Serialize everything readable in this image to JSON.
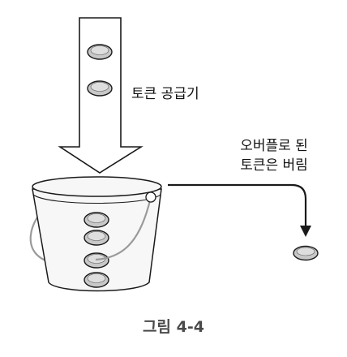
{
  "labels": {
    "supply": "토큰 공급기",
    "overflow_line1": "오버플로 된",
    "overflow_line2": "토큰은 버림",
    "caption": "그림 4-4"
  },
  "colors": {
    "stroke": "#1a1a1a",
    "token_fill": "#c8c8c8",
    "token_inner": "#dedede",
    "bucket_fill": "#f7f7f7",
    "handle": "#9a9a9a",
    "caption_text": "#4a4a4a"
  },
  "icons": {
    "token": "token-icon",
    "bucket": "bucket-icon",
    "arrow": "down-arrow-icon"
  }
}
